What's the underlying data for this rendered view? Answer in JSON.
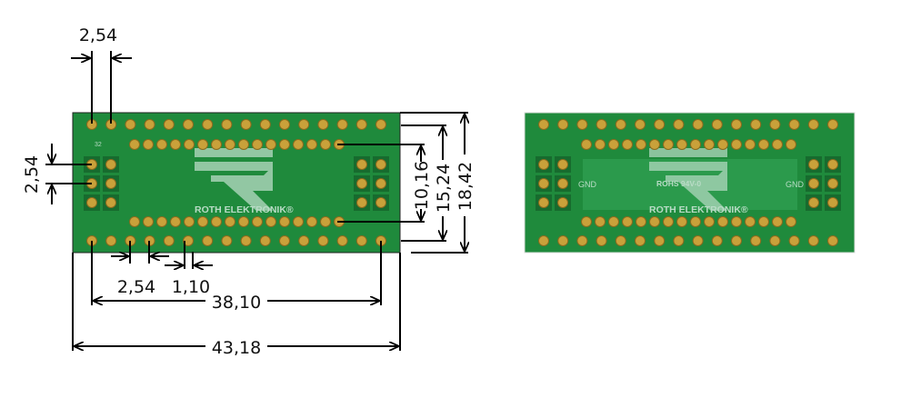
{
  "title": "SOIP32 adapter board drawing",
  "colors": {
    "board": "#1f8a3c",
    "board_dark": "#176b2e",
    "pad": "#c9a13a",
    "pad_ring": "#8a6a1e",
    "silk": "#b9dcc6"
  },
  "front": {
    "pin_label": "32",
    "brand": "ROTH ELEKTRONIK®"
  },
  "back": {
    "gnd_left": "GND",
    "gnd_right": "GND",
    "rohs": "ROHS 94V-0",
    "brand": "ROTH ELEKTRONIK®"
  },
  "dimensions": {
    "pitch_top": "2,54",
    "pitch_left": "2,54",
    "pitch_bottom": "2,54",
    "pad_offset": "1,10",
    "row_span": "38,10",
    "board_length": "43,18",
    "inner_rows": "10,16",
    "outer_rows": "15,24",
    "board_width": "18,42"
  },
  "layout_counts": {
    "outer_row_pads": 16,
    "inner_row_pads": 16,
    "side_pad_rows": 3
  }
}
